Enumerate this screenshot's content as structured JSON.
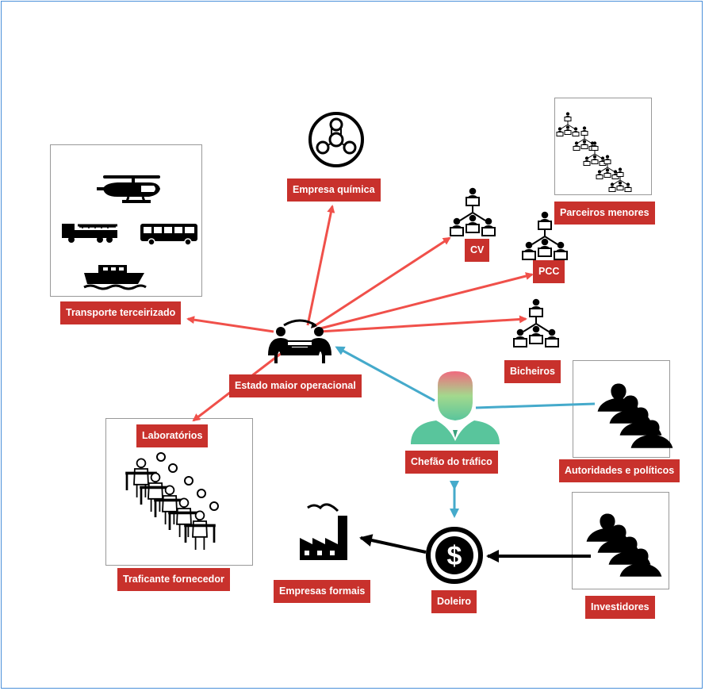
{
  "nodes": {
    "empresa_quimica": "Empresa química",
    "parceiros_menores": "Parceiros menores",
    "transporte": "Transporte terceirizado",
    "cv": "CV",
    "pcc": "PCC",
    "bicheiros": "Bicheiros",
    "estado_maior": "Estado maior operacional",
    "laboratorios": "Laboratórios",
    "chefao": "Chefão do tráfico",
    "autoridades": "Autoridades e políticos",
    "traficante": "Traficante fornecedor",
    "empresas_formais": "Empresas formais",
    "doleiro": "Doleiro",
    "investidores": "Investidores"
  },
  "colors": {
    "label_bg": "#c8312c",
    "label_text": "#ffffff",
    "arrow_red": "#f0504a",
    "arrow_blue": "#45aacb",
    "arrow_black": "#000000",
    "frame_border": "#4a90d9"
  },
  "icons": {
    "empresa_quimica": "chemical-hazard-icon",
    "parceiros_menores": "org-chart-icon",
    "transporte": [
      "helicopter-icon",
      "truck-icon",
      "bus-icon",
      "boat-icon"
    ],
    "cv": "hierarchy-icon",
    "pcc": "hierarchy-icon",
    "bicheiros": "hierarchy-icon",
    "estado_maior": "meeting-icon",
    "laboratorios": "lab-workers-icon",
    "chefao": "boss-person-icon",
    "autoridades": "crowd-icon",
    "empresas_formais": "factory-icon",
    "doleiro": "dollar-icon",
    "investidores": "crowd-icon"
  }
}
